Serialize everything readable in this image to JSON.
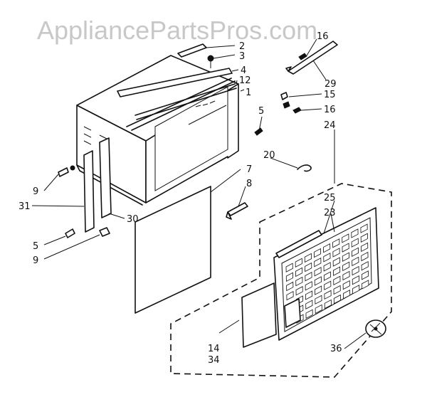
{
  "watermark": "AppliancePartsPros.com",
  "callouts": {
    "c2": "2",
    "c3": "3",
    "c4": "4",
    "c12": "12",
    "c1": "1",
    "c5a": "5",
    "c16a": "16",
    "c29": "29",
    "c15": "15",
    "c16b": "16",
    "c24": "24",
    "c20": "20",
    "c7": "7",
    "c8": "8",
    "c9a": "9",
    "c31": "31",
    "c30": "30",
    "c5b": "5",
    "c9b": "9",
    "c25": "25",
    "c23": "23",
    "c14": "14",
    "c34": "34",
    "c36": "36"
  }
}
